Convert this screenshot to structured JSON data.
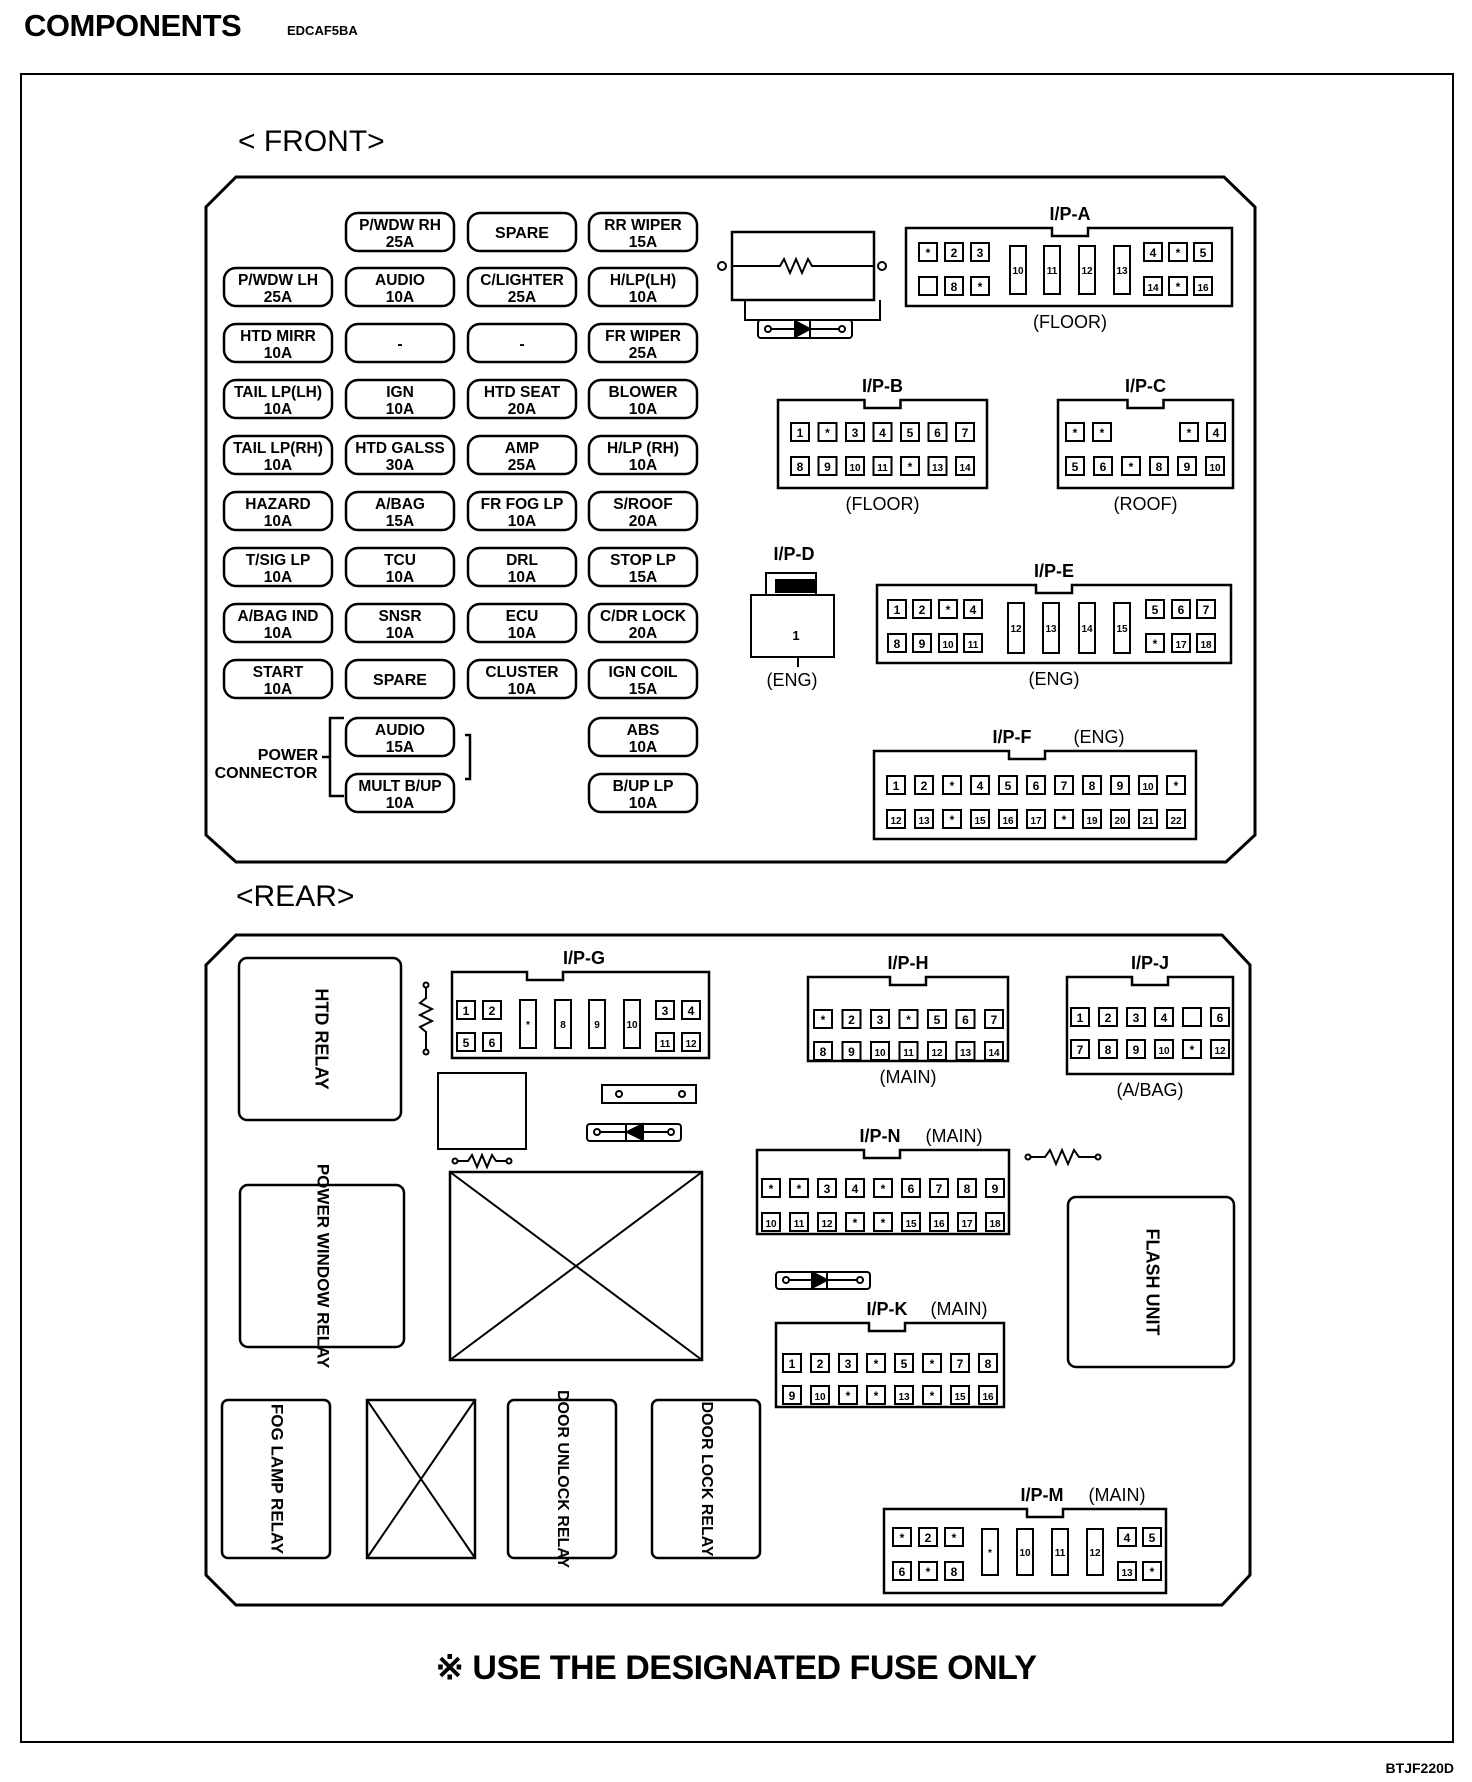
{
  "header": {
    "title": "COMPONENTS",
    "code": "EDCAF5BA"
  },
  "corner_code": "BTJF220D",
  "front": {
    "label": "< FRONT>",
    "fuses": [
      {
        "l1": "P/WDW RH",
        "l2": "25A"
      },
      {
        "l1": "SPARE",
        "l2": ""
      },
      {
        "l1": "RR WIPER",
        "l2": "15A"
      },
      {
        "l1": "P/WDW LH",
        "l2": "25A"
      },
      {
        "l1": "AUDIO",
        "l2": "10A"
      },
      {
        "l1": "C/LIGHTER",
        "l2": "25A"
      },
      {
        "l1": "H/LP(LH)",
        "l2": "10A"
      },
      {
        "l1": "HTD MIRR",
        "l2": "10A"
      },
      {
        "l1": "-",
        "l2": ""
      },
      {
        "l1": "-",
        "l2": ""
      },
      {
        "l1": "FR WIPER",
        "l2": "25A"
      },
      {
        "l1": "TAIL LP(LH)",
        "l2": "10A"
      },
      {
        "l1": "IGN",
        "l2": "10A"
      },
      {
        "l1": "HTD SEAT",
        "l2": "20A"
      },
      {
        "l1": "BLOWER",
        "l2": "10A"
      },
      {
        "l1": "TAIL LP(RH)",
        "l2": "10A"
      },
      {
        "l1": "HTD GALSS",
        "l2": "30A"
      },
      {
        "l1": "AMP",
        "l2": "25A"
      },
      {
        "l1": "H/LP (RH)",
        "l2": "10A"
      },
      {
        "l1": "HAZARD",
        "l2": "10A"
      },
      {
        "l1": "A/BAG",
        "l2": "15A"
      },
      {
        "l1": "FR FOG LP",
        "l2": "10A"
      },
      {
        "l1": "S/ROOF",
        "l2": "20A"
      },
      {
        "l1": "T/SIG LP",
        "l2": "10A"
      },
      {
        "l1": "TCU",
        "l2": "10A"
      },
      {
        "l1": "DRL",
        "l2": "10A"
      },
      {
        "l1": "STOP LP",
        "l2": "15A"
      },
      {
        "l1": "A/BAG IND",
        "l2": "10A"
      },
      {
        "l1": "SNSR",
        "l2": "10A"
      },
      {
        "l1": "ECU",
        "l2": "10A"
      },
      {
        "l1": "C/DR LOCK",
        "l2": "20A"
      },
      {
        "l1": "START",
        "l2": "10A"
      },
      {
        "l1": "SPARE",
        "l2": ""
      },
      {
        "l1": "CLUSTER",
        "l2": "10A"
      },
      {
        "l1": "IGN COIL",
        "l2": "15A"
      },
      {
        "l1": "AUDIO",
        "l2": "15A"
      },
      {
        "l1": "ABS",
        "l2": "10A"
      },
      {
        "l1": "MULT B/UP",
        "l2": "10A"
      },
      {
        "l1": "B/UP LP",
        "l2": "10A"
      }
    ],
    "power_connector": [
      "POWER",
      "CONNECTOR"
    ],
    "connectors": [
      {
        "name": "I/P-A",
        "loc": "(FLOOR)",
        "top": [
          "*",
          "2",
          "3",
          "4",
          "*",
          "5"
        ],
        "bot": [
          "",
          "8",
          "*",
          "14",
          "*",
          "16"
        ],
        "tall": [
          "10",
          "11",
          "12",
          "13"
        ]
      },
      {
        "name": "I/P-B",
        "loc": "(FLOOR)",
        "top": [
          "1",
          "*",
          "3",
          "4",
          "5",
          "6",
          "7"
        ],
        "bot": [
          "8",
          "9",
          "10",
          "11",
          "*",
          "13",
          "14"
        ]
      },
      {
        "name": "I/P-C",
        "loc": "(ROOF)",
        "top": [
          "*",
          "*",
          "",
          "",
          "*",
          "4"
        ],
        "bot": [
          "5",
          "6",
          "*",
          "8",
          "9",
          "10"
        ]
      },
      {
        "name": "I/P-D",
        "loc": "(ENG)",
        "pin": "1"
      },
      {
        "name": "I/P-E",
        "loc": "(ENG)",
        "top": [
          "1",
          "2",
          "*",
          "4",
          "5",
          "6",
          "7"
        ],
        "bot": [
          "8",
          "9",
          "10",
          "11",
          "*",
          "17",
          "18"
        ],
        "tall": [
          "12",
          "13",
          "14",
          "15"
        ]
      },
      {
        "name": "I/P-F",
        "loc": "(ENG)",
        "top": [
          "1",
          "2",
          "*",
          "4",
          "5",
          "6",
          "7",
          "8",
          "9",
          "10",
          "*"
        ],
        "bot": [
          "12",
          "13",
          "*",
          "15",
          "16",
          "17",
          "*",
          "19",
          "20",
          "21",
          "22"
        ]
      }
    ]
  },
  "rear": {
    "label": "<REAR>",
    "relays": [
      "HTD RELAY",
      "POWER WINDOW RELAY",
      "FOG LAMP RELAY",
      "DOOR UNLOCK RELAY",
      "DOOR LOCK RELAY",
      "FLASH UNIT"
    ],
    "connectors": [
      {
        "name": "I/P-G",
        "loc": "",
        "top": [
          "1",
          "2",
          "3",
          "4"
        ],
        "bot": [
          "5",
          "6",
          "11",
          "12"
        ],
        "tall": [
          "*",
          "8",
          "9",
          "10"
        ]
      },
      {
        "name": "I/P-H",
        "loc": "(MAIN)",
        "top": [
          "*",
          "2",
          "3",
          "*",
          "5",
          "6",
          "7"
        ],
        "bot": [
          "8",
          "9",
          "10",
          "11",
          "12",
          "13",
          "14"
        ]
      },
      {
        "name": "I/P-J",
        "loc": "(A/BAG)",
        "top": [
          "1",
          "2",
          "3",
          "4",
          "",
          "6"
        ],
        "bot": [
          "7",
          "8",
          "9",
          "10",
          "*",
          "12"
        ]
      },
      {
        "name": "I/P-N",
        "loc": "(MAIN)",
        "top": [
          "*",
          "*",
          "3",
          "4",
          "*",
          "6",
          "7",
          "8",
          "9"
        ],
        "bot": [
          "10",
          "11",
          "12",
          "*",
          "*",
          "15",
          "16",
          "17",
          "18"
        ]
      },
      {
        "name": "I/P-K",
        "loc": "(MAIN)",
        "top": [
          "1",
          "2",
          "3",
          "*",
          "5",
          "*",
          "7",
          "8"
        ],
        "bot": [
          "9",
          "10",
          "*",
          "*",
          "13",
          "*",
          "15",
          "16"
        ]
      },
      {
        "name": "I/P-M",
        "loc": "(MAIN)",
        "top": [
          "*",
          "2",
          "*",
          "4",
          "5"
        ],
        "bot": [
          "6",
          "*",
          "8",
          "13",
          "*"
        ],
        "tall": [
          "*",
          "10",
          "11",
          "12"
        ]
      }
    ]
  },
  "footnote": "※ USE THE DESIGNATED FUSE ONLY"
}
